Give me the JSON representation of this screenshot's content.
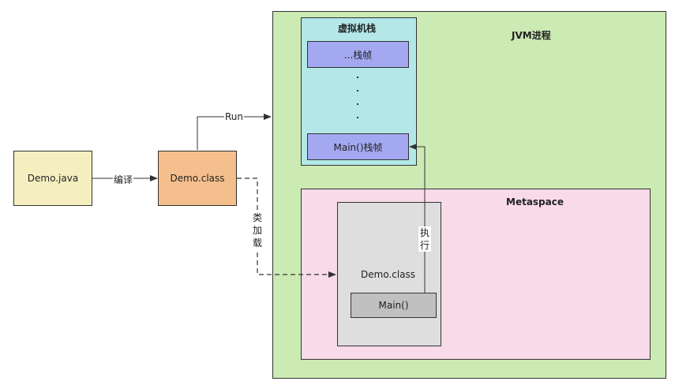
{
  "nodes": {
    "demo_java": "Demo.java",
    "demo_class": "Demo.class",
    "jvm_process": "JVM进程",
    "vm_stack": "虚拟机栈",
    "frame_top": "...栈帧",
    "frame_main": "Main()栈帧",
    "metaspace": "Metaspace",
    "meta_class": "Demo.class",
    "meta_main": "Main()"
  },
  "edges": {
    "compile": "编译",
    "run": "Run",
    "class_load": "类\n加\n载",
    "execute": "执\n行"
  },
  "colors": {
    "java_box": "#f5efbf",
    "class_box": "#f4bf8c",
    "jvm": "#cceab3",
    "stack": "#b4e8e8",
    "frame": "#a3a8f0",
    "metaspace": "#f8dae8",
    "class_area": "#dedede",
    "main_method": "#c0c0c0"
  }
}
